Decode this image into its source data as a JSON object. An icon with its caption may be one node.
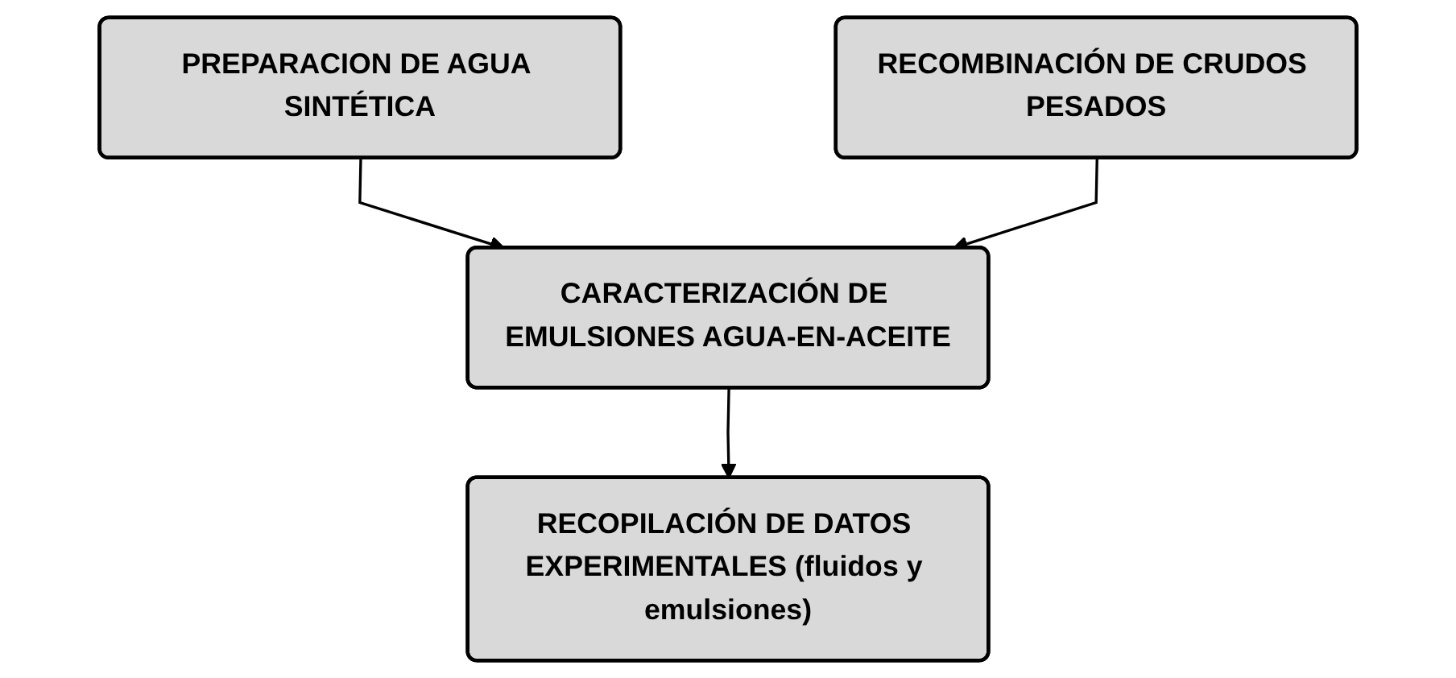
{
  "diagram": {
    "nodes": [
      {
        "text": [
          "PREPARACION DE AGUA SINTÉTICA"
        ]
      },
      {
        "text": [
          "RECOMBINACIÓN DE CRUDOS PESADOS"
        ]
      },
      {
        "text": [
          "CARACTERIZACIÓN DE EMULSIONES AGUA-EN-ACEITE"
        ]
      },
      {
        "text": [
          "RECOPILACIÓN DE DATOS EXPERIMENTALES (fluidos y emulsiones)"
        ]
      }
    ],
    "edges": [
      {
        "from": 0,
        "to": 2,
        "arrow": "to"
      },
      {
        "from": 1,
        "to": 2,
        "arrow": "to"
      },
      {
        "from": 2,
        "to": 3,
        "arrow": "to"
      }
    ]
  }
}
